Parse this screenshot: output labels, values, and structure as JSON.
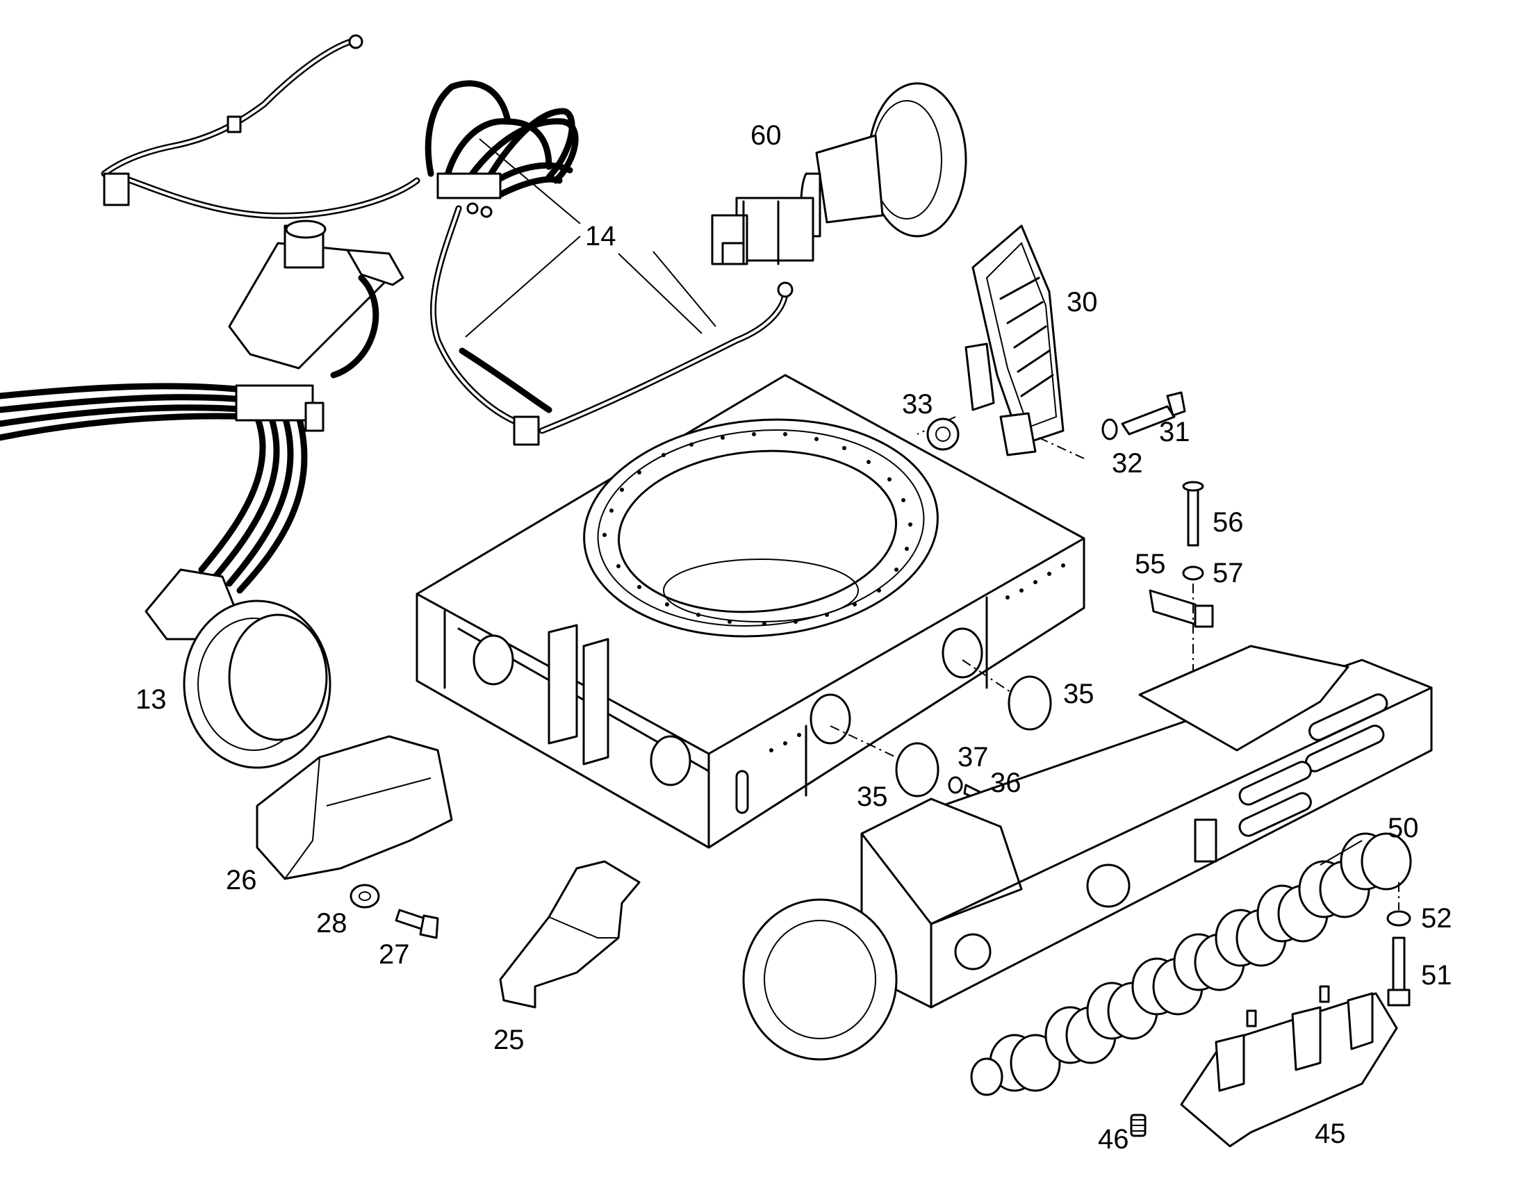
{
  "parts": [
    {
      "id": "13",
      "label": "13"
    },
    {
      "id": "14",
      "label": "14"
    },
    {
      "id": "25",
      "label": "25"
    },
    {
      "id": "26",
      "label": "26"
    },
    {
      "id": "27",
      "label": "27"
    },
    {
      "id": "28",
      "label": "28"
    },
    {
      "id": "30",
      "label": "30"
    },
    {
      "id": "31",
      "label": "31"
    },
    {
      "id": "32",
      "label": "32"
    },
    {
      "id": "33",
      "label": "33"
    },
    {
      "id": "35a",
      "label": "35"
    },
    {
      "id": "35b",
      "label": "35"
    },
    {
      "id": "36",
      "label": "36"
    },
    {
      "id": "37",
      "label": "37"
    },
    {
      "id": "45",
      "label": "45"
    },
    {
      "id": "46",
      "label": "46"
    },
    {
      "id": "50",
      "label": "50"
    },
    {
      "id": "51",
      "label": "51"
    },
    {
      "id": "52",
      "label": "52"
    },
    {
      "id": "55",
      "label": "55"
    },
    {
      "id": "56",
      "label": "56"
    },
    {
      "id": "57",
      "label": "57"
    },
    {
      "id": "60",
      "label": "60"
    }
  ]
}
